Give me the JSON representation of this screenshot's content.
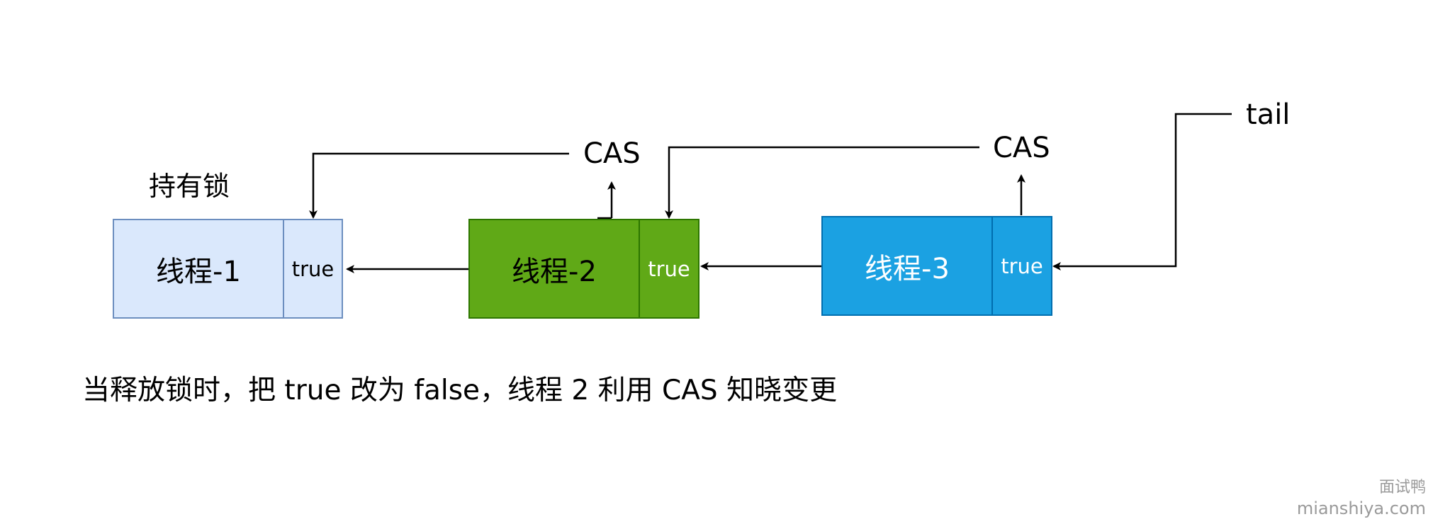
{
  "lock_holder_label": "持有锁",
  "nodes": [
    {
      "name": "线程-1",
      "flag": "true"
    },
    {
      "name": "线程-2",
      "flag": "true"
    },
    {
      "name": "线程-3",
      "flag": "true"
    }
  ],
  "cas_labels": [
    "CAS",
    "CAS"
  ],
  "tail_label": "tail",
  "caption": "当释放锁时，把 true 改为 false，线程 2 利用 CAS 知晓变更",
  "watermark": {
    "line1": "面试鸭",
    "line2": "mianshiya.com"
  },
  "colors": {
    "node1_fill": "#dae8fc",
    "node1_stroke": "#6c8ebf",
    "node2_fill": "#60a917",
    "node2_stroke": "#2d7600",
    "node3_fill": "#1ba1e2",
    "node3_stroke": "#006eaf",
    "connector": "#000000"
  }
}
